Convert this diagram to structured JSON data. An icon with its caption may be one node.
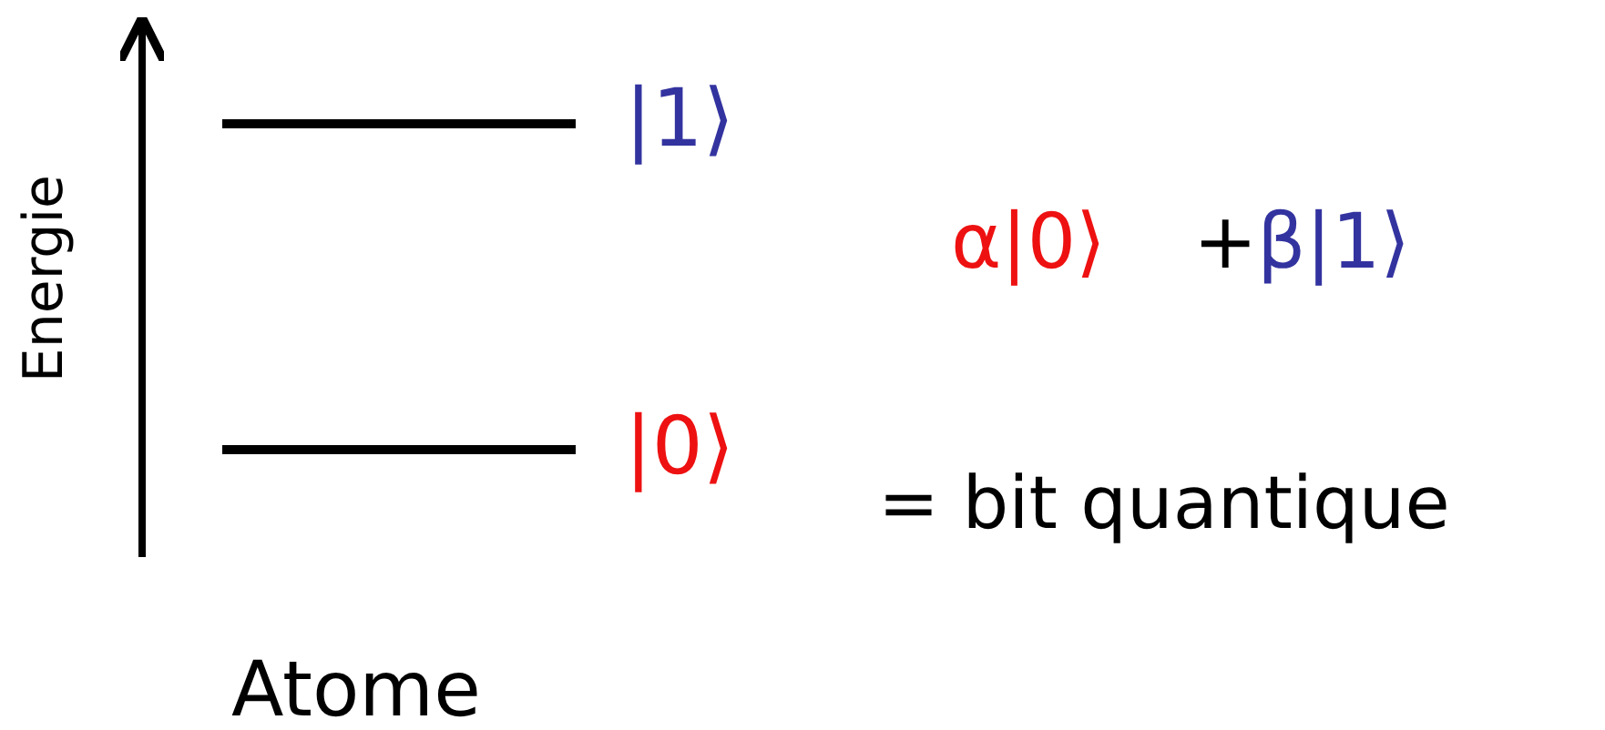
{
  "diagram": {
    "labels": [
      "Energie",
      "|1⟩",
      "α|0⟩",
      "+",
      "β|1⟩",
      "|0⟩",
      "= bit quantique",
      "Atome"
    ]
  }
}
